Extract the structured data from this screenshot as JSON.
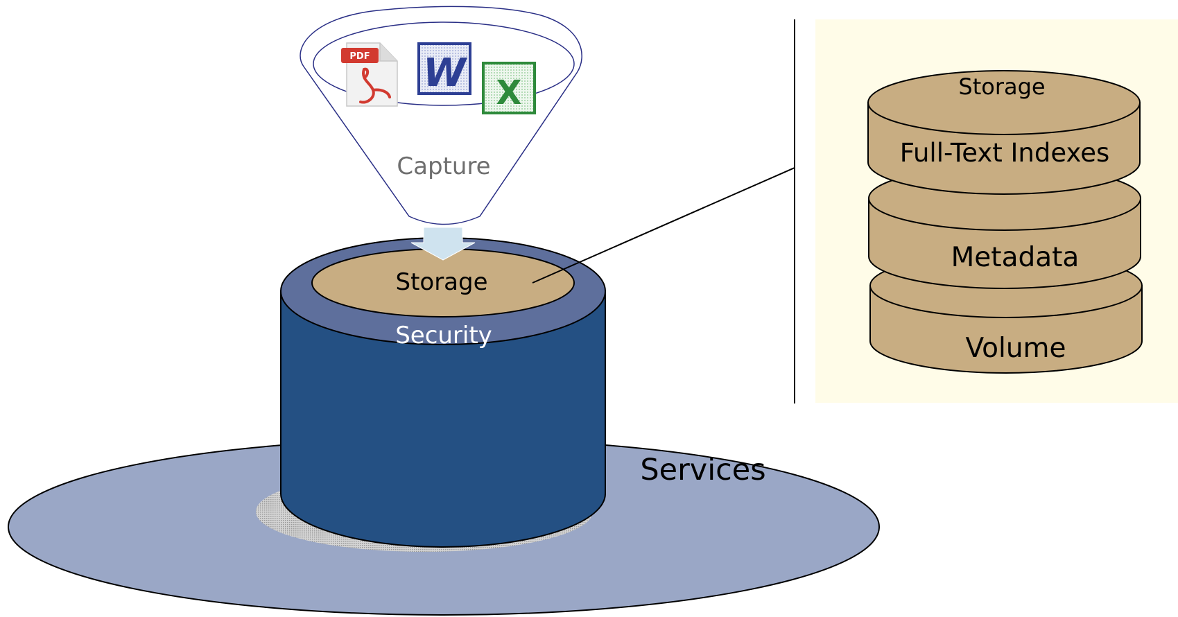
{
  "labels": {
    "capture": "Capture",
    "storage_center": "Storage",
    "security": "Security",
    "services": "Services",
    "stack_top": "Storage",
    "stack_fulltext": "Full-Text Indexes",
    "stack_metadata": "Metadata",
    "stack_volume": "Volume"
  },
  "icons": {
    "pdf": {
      "name": "pdf-file-icon",
      "badge": "PDF"
    },
    "word": {
      "name": "word-document-icon",
      "glyph": "W"
    },
    "excel": {
      "name": "excel-spreadsheet-icon",
      "glyph": "X"
    }
  },
  "colors": {
    "services_disk": "#9aa7c6",
    "cylinder_body": "#245083",
    "cylinder_rim": "#5e6f9c",
    "storage_fill": "#c8ad82",
    "panel_bg": "#fffce8",
    "arrow": "#cfe3ef",
    "pdf_red": "#d23a30",
    "word_blue": "#2d3f94",
    "excel_green": "#2e8a3b"
  }
}
